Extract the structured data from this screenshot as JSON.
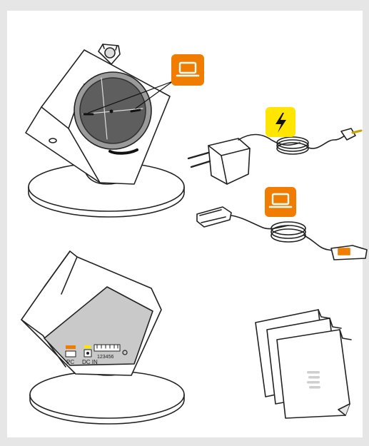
{
  "ports": {
    "pc_label": "PC",
    "dc_in_label": "DC IN",
    "switch_label": "123456"
  },
  "colors": {
    "pc_accent": "#f07d00",
    "power_accent": "#ffe600",
    "line": "#222222",
    "device_face": "#c9c9c9",
    "dial_outer": "#9a9a9a",
    "dial_inner": "#5e5e5e"
  },
  "icons": {
    "laptop": "laptop-icon",
    "power": "lightning-icon",
    "manual": "manual-icon"
  }
}
